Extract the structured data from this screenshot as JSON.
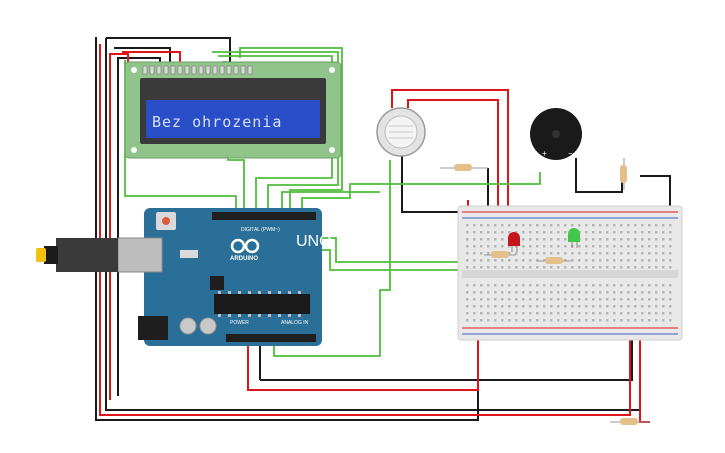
{
  "lcd": {
    "text": "Bez ohrozenia"
  },
  "arduino": {
    "model_label": "UNO",
    "brand_label": "ARDUINO",
    "digital_label": "DIGITAL (PWM~)",
    "power_label": "POWER",
    "analog_label": "ANALOG IN"
  },
  "colors": {
    "wire_red": "#e0141b",
    "wire_black": "#1a1a1a",
    "wire_green": "#4fbf3a",
    "board_blue": "#2a6f97",
    "lcd_body": "#90c48a",
    "lcd_screen": "#2a4ec8",
    "breadboard": "#e8e8e8",
    "led_red": "#c4161c",
    "led_green": "#41c84a"
  },
  "icons": [
    "arduino-logo-icon",
    "usb-connector-icon",
    "dc-jack-icon",
    "piezo-buzzer-icon",
    "gas-sensor-icon"
  ]
}
